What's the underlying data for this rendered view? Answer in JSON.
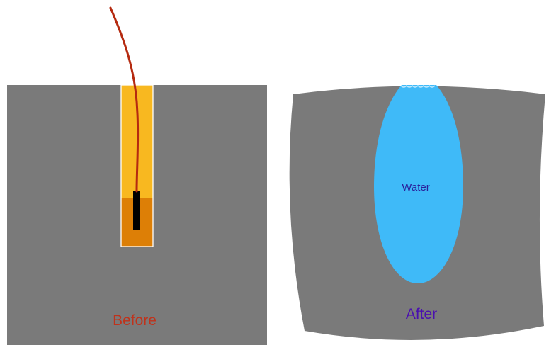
{
  "labels": {
    "before": "Before",
    "after": "After",
    "water": "Water"
  },
  "colors": {
    "rock": "#7a7a7a",
    "borehole_fill": "#f8b820",
    "charge": "#dd7f06",
    "detonator": "#000000",
    "wire": "#b52a10",
    "water": "#3fbaf8",
    "before_label": "#c0321b",
    "after_label": "#4a0fb0",
    "water_label": "#2a1f9a"
  }
}
